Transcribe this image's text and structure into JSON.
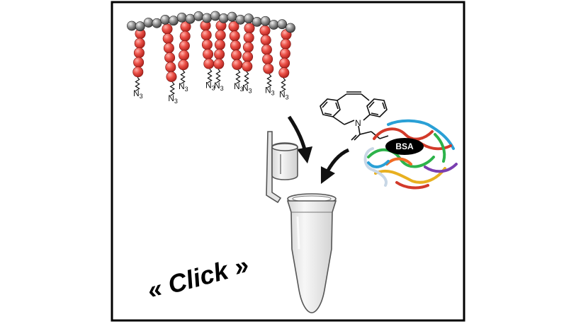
{
  "polymer": {
    "end_group_label": "N",
    "end_group_subscript": "3",
    "chain_lengths": [
      5,
      6,
      5,
      5,
      5,
      5,
      5,
      5,
      5
    ],
    "colors": {
      "backbone_bead": "#8c8c8c",
      "chain_bead": "#e5483f",
      "chain_bead_highlight": "#ff9c96",
      "backbone_highlight": "#e6e6e6"
    }
  },
  "reagent": {
    "linker_label": "N",
    "protein_label": "BSA",
    "protein_badge_color": "#000000"
  },
  "caption": {
    "text": "« Click »"
  },
  "colors": {
    "frame": "#000000",
    "arrow": "#111111",
    "tube_outline": "#555555",
    "tube_fill": "#ececec"
  },
  "icons": [
    "polymer-brush-icon",
    "dbco-linker-icon",
    "bsa-protein-icon",
    "eppendorf-tube-icon",
    "arrow-icon"
  ]
}
